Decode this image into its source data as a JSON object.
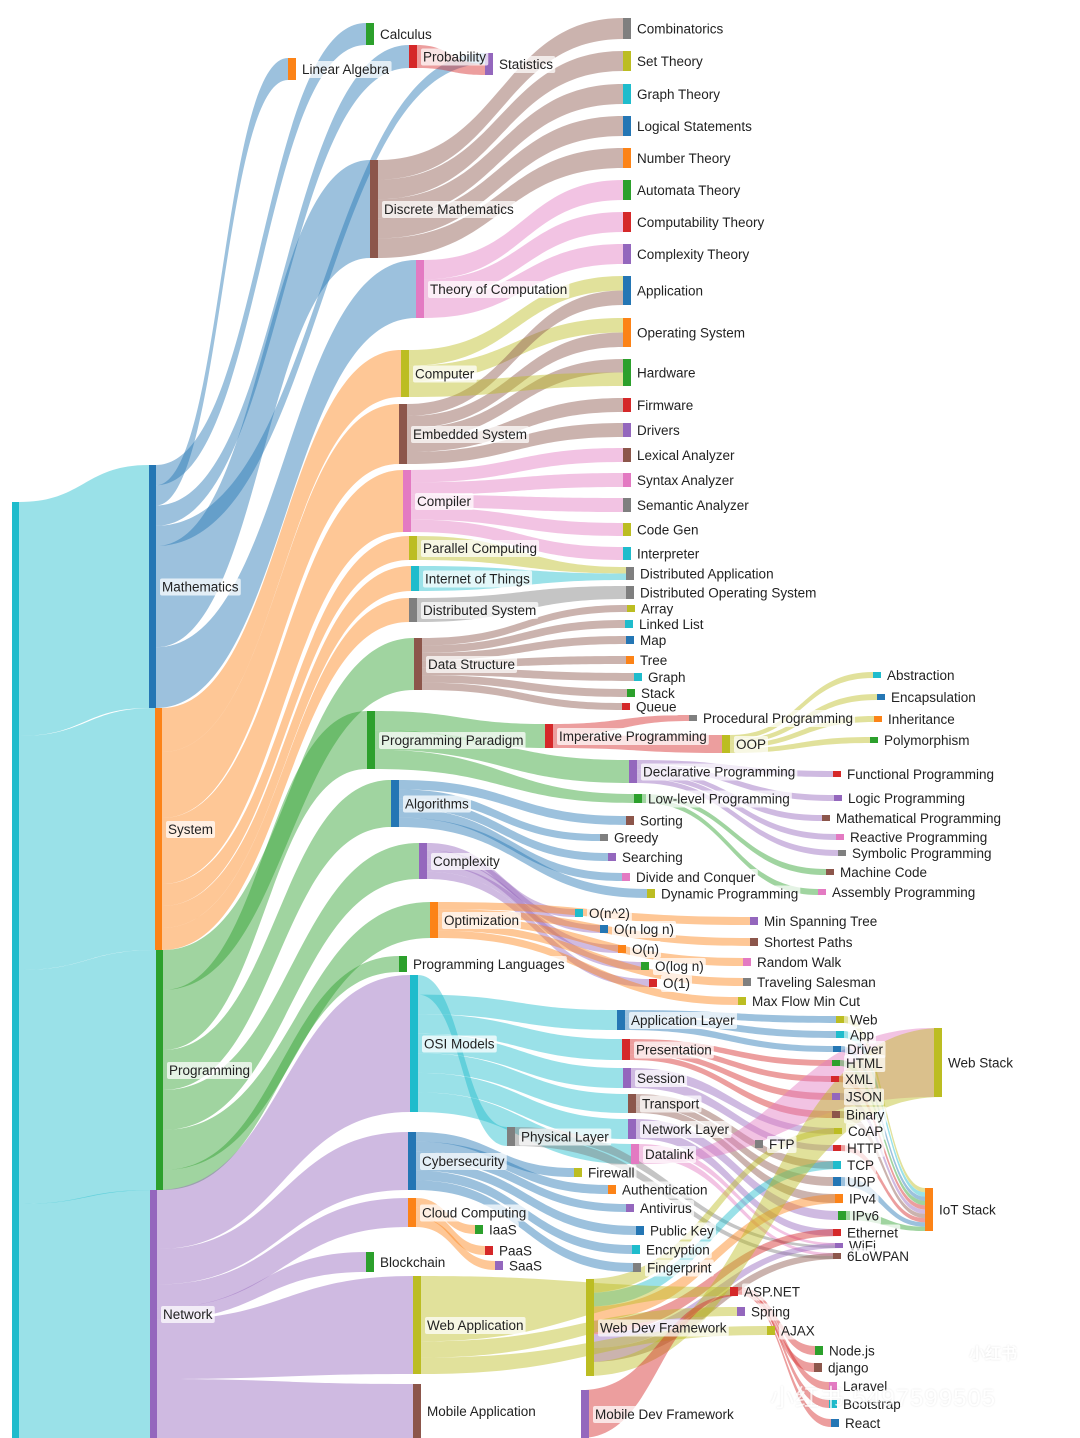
{
  "colors": {
    "cyan": "#1fbccc",
    "blue": "#2476b4",
    "orange": "#fc8317",
    "green": "#2ca02c",
    "red": "#d52829",
    "purple": "#9467bd",
    "brown": "#8c564b",
    "pink": "#e37ac2",
    "gray": "#7f7f7f",
    "olive": "#bcbd22"
  },
  "chart_data": {
    "type": "sankey",
    "nodes": [
      {
        "name": "",
        "color": "cyan"
      },
      {
        "name": "Mathematics",
        "color": "blue"
      },
      {
        "name": "System",
        "color": "orange"
      },
      {
        "name": "Programming",
        "color": "green"
      },
      {
        "name": "Network",
        "color": "purple"
      },
      {
        "name": "Calculus",
        "color": "green"
      },
      {
        "name": "Linear Algebra",
        "color": "orange"
      },
      {
        "name": "Probability",
        "color": "red"
      },
      {
        "name": "Statistics",
        "color": "purple"
      },
      {
        "name": "Discrete Mathematics",
        "color": "brown"
      },
      {
        "name": "Theory of Computation",
        "color": "pink"
      },
      {
        "name": "Computer",
        "color": "olive"
      },
      {
        "name": "Embedded System",
        "color": "brown"
      },
      {
        "name": "Compiler",
        "color": "pink"
      },
      {
        "name": "Parallel Computing",
        "color": "olive"
      },
      {
        "name": "Internet of Things",
        "color": "cyan"
      },
      {
        "name": "Distributed System",
        "color": "gray"
      },
      {
        "name": "Data Structure",
        "color": "brown"
      },
      {
        "name": "Programming Paradigm",
        "color": "green"
      },
      {
        "name": "Imperative Programming",
        "color": "red"
      },
      {
        "name": "OOP",
        "color": "olive"
      },
      {
        "name": "Declarative Programming",
        "color": "purple"
      },
      {
        "name": "Algorithms",
        "color": "blue"
      },
      {
        "name": "Complexity",
        "color": "purple"
      },
      {
        "name": "Optimization",
        "color": "orange"
      },
      {
        "name": "Programming Languages",
        "color": "green"
      },
      {
        "name": "OSI Models",
        "color": "cyan"
      },
      {
        "name": "Physical Layer",
        "color": "gray"
      },
      {
        "name": "Cybersecurity",
        "color": "blue"
      },
      {
        "name": "Cloud Computing",
        "color": "orange"
      },
      {
        "name": "Blockchain",
        "color": "green"
      },
      {
        "name": "Web Application",
        "color": "olive"
      },
      {
        "name": "Mobile Application",
        "color": "brown"
      },
      {
        "name": "Combinatorics",
        "color": "gray"
      },
      {
        "name": "Set Theory",
        "color": "olive"
      },
      {
        "name": "Graph Theory",
        "color": "cyan"
      },
      {
        "name": "Logical Statements",
        "color": "blue"
      },
      {
        "name": "Number Theory",
        "color": "orange"
      },
      {
        "name": "Automata Theory",
        "color": "green"
      },
      {
        "name": "Computability Theory",
        "color": "red"
      },
      {
        "name": "Complexity Theory",
        "color": "purple"
      },
      {
        "name": "Application",
        "color": "blue"
      },
      {
        "name": "Operating System",
        "color": "orange"
      },
      {
        "name": "Hardware",
        "color": "green"
      },
      {
        "name": "Firmware",
        "color": "red"
      },
      {
        "name": "Drivers",
        "color": "purple"
      },
      {
        "name": "Lexical Analyzer",
        "color": "brown"
      },
      {
        "name": "Syntax Analyzer",
        "color": "pink"
      },
      {
        "name": "Semantic Analyzer",
        "color": "gray"
      },
      {
        "name": "Code Gen",
        "color": "olive"
      },
      {
        "name": "Interpreter",
        "color": "cyan"
      },
      {
        "name": "Distributed Application",
        "color": "gray"
      },
      {
        "name": "Distributed Operating System",
        "color": "gray"
      },
      {
        "name": "Array",
        "color": "olive"
      },
      {
        "name": "Linked List",
        "color": "cyan"
      },
      {
        "name": "Map",
        "color": "blue"
      },
      {
        "name": "Tree",
        "color": "orange"
      },
      {
        "name": "Graph",
        "color": "cyan"
      },
      {
        "name": "Stack",
        "color": "green"
      },
      {
        "name": "Queue",
        "color": "red"
      },
      {
        "name": "Procedural Programming",
        "color": "gray"
      },
      {
        "name": "Abstraction",
        "color": "cyan"
      },
      {
        "name": "Encapsulation",
        "color": "blue"
      },
      {
        "name": "Inheritance",
        "color": "orange"
      },
      {
        "name": "Polymorphism",
        "color": "green"
      },
      {
        "name": "Functional Programming",
        "color": "red"
      },
      {
        "name": "Low-level Programming",
        "color": "green"
      },
      {
        "name": "Logic Programming",
        "color": "purple"
      },
      {
        "name": "Mathematical Programming",
        "color": "brown"
      },
      {
        "name": "Sorting",
        "color": "brown"
      },
      {
        "name": "Reactive Programming",
        "color": "pink"
      },
      {
        "name": "Greedy",
        "color": "gray"
      },
      {
        "name": "Symbolic Programming",
        "color": "gray"
      },
      {
        "name": "Searching",
        "color": "purple"
      },
      {
        "name": "Machine Code",
        "color": "brown"
      },
      {
        "name": "Divide and Conquer",
        "color": "pink"
      },
      {
        "name": "Dynamic Programming",
        "color": "olive"
      },
      {
        "name": "Assembly Programming",
        "color": "pink"
      },
      {
        "name": "O(n^2)",
        "color": "cyan"
      },
      {
        "name": "O(n log n)",
        "color": "blue"
      },
      {
        "name": "O(n)",
        "color": "orange"
      },
      {
        "name": "O(log n)",
        "color": "green"
      },
      {
        "name": "O(1)",
        "color": "red"
      },
      {
        "name": "Min Spanning Tree",
        "color": "purple"
      },
      {
        "name": "Shortest Paths",
        "color": "brown"
      },
      {
        "name": "Random Walk",
        "color": "pink"
      },
      {
        "name": "Traveling Salesman",
        "color": "gray"
      },
      {
        "name": "Max Flow Min Cut",
        "color": "olive"
      },
      {
        "name": "Application Layer",
        "color": "blue"
      },
      {
        "name": "Presentation",
        "color": "red"
      },
      {
        "name": "Session",
        "color": "purple"
      },
      {
        "name": "Transport",
        "color": "brown"
      },
      {
        "name": "Network Layer",
        "color": "purple"
      },
      {
        "name": "Datalink",
        "color": "pink"
      },
      {
        "name": "Firewall",
        "color": "olive"
      },
      {
        "name": "Authentication",
        "color": "orange"
      },
      {
        "name": "Antivirus",
        "color": "purple"
      },
      {
        "name": "Public Key",
        "color": "blue"
      },
      {
        "name": "Encryption",
        "color": "cyan"
      },
      {
        "name": "Fingerprint",
        "color": "gray"
      },
      {
        "name": "IaaS",
        "color": "green"
      },
      {
        "name": "PaaS",
        "color": "red"
      },
      {
        "name": "SaaS",
        "color": "purple"
      },
      {
        "name": "FTP",
        "color": "gray"
      },
      {
        "name": "Web",
        "color": "olive"
      },
      {
        "name": "App",
        "color": "cyan"
      },
      {
        "name": "Driver",
        "color": "blue"
      },
      {
        "name": "HTML",
        "color": "green"
      },
      {
        "name": "XML",
        "color": "red"
      },
      {
        "name": "JSON",
        "color": "purple"
      },
      {
        "name": "Binary",
        "color": "brown"
      },
      {
        "name": "CoAP",
        "color": "olive"
      },
      {
        "name": "HTTP",
        "color": "red"
      },
      {
        "name": "TCP",
        "color": "cyan"
      },
      {
        "name": "UDP",
        "color": "blue"
      },
      {
        "name": "IPv4",
        "color": "orange"
      },
      {
        "name": "IPv6",
        "color": "green"
      },
      {
        "name": "Ethernet",
        "color": "red"
      },
      {
        "name": "WiFi",
        "color": "purple"
      },
      {
        "name": "6LoWPAN",
        "color": "brown"
      },
      {
        "name": "Web Stack",
        "color": "olive"
      },
      {
        "name": "IoT Stack",
        "color": "orange"
      },
      {
        "name": "Web Dev Framework",
        "color": "olive"
      },
      {
        "name": "ASP.NET",
        "color": "red"
      },
      {
        "name": "Spring",
        "color": "purple"
      },
      {
        "name": "AJAX",
        "color": "olive"
      },
      {
        "name": "Node.js",
        "color": "green"
      },
      {
        "name": "django",
        "color": "brown"
      },
      {
        "name": "Laravel",
        "color": "pink"
      },
      {
        "name": "Bootstrap",
        "color": "cyan"
      },
      {
        "name": "React",
        "color": "blue"
      },
      {
        "name": "Mobile Dev Framework",
        "color": "purple"
      }
    ],
    "links": [
      [
        0,
        1,
        12
      ],
      [
        0,
        2,
        12
      ],
      [
        0,
        3,
        12
      ],
      [
        0,
        4,
        12
      ],
      [
        1,
        5,
        1
      ],
      [
        1,
        6,
        1
      ],
      [
        1,
        7,
        1
      ],
      [
        1,
        8,
        1
      ],
      [
        1,
        9,
        5
      ],
      [
        1,
        10,
        3
      ],
      [
        7,
        8,
        1
      ],
      [
        9,
        33,
        1
      ],
      [
        9,
        34,
        1
      ],
      [
        9,
        35,
        1
      ],
      [
        9,
        36,
        1
      ],
      [
        9,
        37,
        1
      ],
      [
        10,
        38,
        1
      ],
      [
        10,
        39,
        1
      ],
      [
        10,
        40,
        1
      ],
      [
        2,
        11,
        2
      ],
      [
        2,
        12,
        3
      ],
      [
        2,
        13,
        3
      ],
      [
        2,
        14,
        1
      ],
      [
        2,
        15,
        1
      ],
      [
        2,
        16,
        1
      ],
      [
        11,
        41,
        1
      ],
      [
        11,
        42,
        1
      ],
      [
        12,
        41,
        1
      ],
      [
        12,
        42,
        1
      ],
      [
        12,
        43,
        1
      ],
      [
        12,
        44,
        1
      ],
      [
        12,
        45,
        1
      ],
      [
        11,
        43,
        1
      ],
      [
        13,
        46,
        1
      ],
      [
        13,
        47,
        1
      ],
      [
        13,
        48,
        1
      ],
      [
        13,
        49,
        1
      ],
      [
        13,
        50,
        1
      ],
      [
        14,
        51,
        1
      ],
      [
        15,
        51,
        1
      ],
      [
        16,
        52,
        1
      ],
      [
        3,
        17,
        2
      ],
      [
        3,
        18,
        3
      ],
      [
        3,
        22,
        2
      ],
      [
        3,
        23,
        2
      ],
      [
        3,
        24,
        2
      ],
      [
        3,
        25,
        1
      ],
      [
        17,
        53,
        1
      ],
      [
        17,
        54,
        1
      ],
      [
        17,
        55,
        1
      ],
      [
        17,
        56,
        1
      ],
      [
        17,
        57,
        1
      ],
      [
        17,
        58,
        1
      ],
      [
        17,
        59,
        1
      ],
      [
        18,
        19,
        1
      ],
      [
        18,
        21,
        1
      ],
      [
        18,
        66,
        1
      ],
      [
        19,
        60,
        1
      ],
      [
        19,
        20,
        1
      ],
      [
        20,
        61,
        1
      ],
      [
        20,
        62,
        1
      ],
      [
        20,
        63,
        1
      ],
      [
        20,
        64,
        1
      ],
      [
        21,
        65,
        1
      ],
      [
        21,
        67,
        1
      ],
      [
        21,
        68,
        1
      ],
      [
        21,
        70,
        1
      ],
      [
        21,
        72,
        1
      ],
      [
        66,
        74,
        1
      ],
      [
        66,
        77,
        1
      ],
      [
        22,
        69,
        1
      ],
      [
        22,
        71,
        1
      ],
      [
        22,
        73,
        1
      ],
      [
        22,
        75,
        1
      ],
      [
        22,
        76,
        1
      ],
      [
        23,
        78,
        1
      ],
      [
        23,
        79,
        1
      ],
      [
        23,
        80,
        1
      ],
      [
        23,
        81,
        1
      ],
      [
        23,
        82,
        1
      ],
      [
        24,
        83,
        1
      ],
      [
        24,
        84,
        1
      ],
      [
        24,
        85,
        1
      ],
      [
        24,
        86,
        1
      ],
      [
        24,
        87,
        1
      ],
      [
        4,
        26,
        5
      ],
      [
        4,
        28,
        3
      ],
      [
        4,
        29,
        2
      ],
      [
        4,
        30,
        1
      ],
      [
        4,
        31,
        5
      ],
      [
        4,
        32,
        5
      ],
      [
        26,
        27,
        1
      ],
      [
        26,
        88,
        1
      ],
      [
        26,
        89,
        1
      ],
      [
        26,
        90,
        1
      ],
      [
        26,
        91,
        1
      ],
      [
        26,
        92,
        1
      ],
      [
        26,
        93,
        1
      ],
      [
        88,
        104,
        1
      ],
      [
        88,
        105,
        1
      ],
      [
        88,
        106,
        1
      ],
      [
        89,
        107,
        1
      ],
      [
        89,
        108,
        1
      ],
      [
        89,
        109,
        1
      ],
      [
        89,
        110,
        1
      ],
      [
        90,
        111,
        1
      ],
      [
        90,
        112,
        1
      ],
      [
        91,
        113,
        1
      ],
      [
        91,
        114,
        1
      ],
      [
        91,
        115,
        1
      ],
      [
        92,
        116,
        1
      ],
      [
        92,
        117,
        1
      ],
      [
        93,
        118,
        1
      ],
      [
        93,
        119,
        1
      ],
      [
        93,
        120,
        1
      ],
      [
        27,
        118,
        1
      ],
      [
        27,
        119,
        1
      ],
      [
        104,
        121,
        1
      ],
      [
        105,
        121,
        1
      ],
      [
        106,
        121,
        1
      ],
      [
        107,
        121,
        1
      ],
      [
        108,
        121,
        1
      ],
      [
        109,
        121,
        1
      ],
      [
        110,
        121,
        1
      ],
      [
        112,
        121,
        1
      ],
      [
        114,
        121,
        1
      ],
      [
        116,
        121,
        1
      ],
      [
        111,
        122,
        1
      ],
      [
        113,
        122,
        1
      ],
      [
        115,
        122,
        1
      ],
      [
        117,
        122,
        1
      ],
      [
        118,
        122,
        1
      ],
      [
        119,
        122,
        1
      ],
      [
        120,
        122,
        1
      ],
      [
        28,
        94,
        1
      ],
      [
        28,
        95,
        1
      ],
      [
        28,
        96,
        1
      ],
      [
        28,
        97,
        1
      ],
      [
        28,
        98,
        1
      ],
      [
        28,
        99,
        1
      ],
      [
        29,
        100,
        1
      ],
      [
        29,
        101,
        1
      ],
      [
        29,
        102,
        1
      ],
      [
        31,
        123,
        4
      ],
      [
        31,
        124,
        1
      ],
      [
        31,
        125,
        1
      ],
      [
        123,
        126,
        1
      ],
      [
        123,
        127,
        1
      ],
      [
        123,
        128,
        1
      ],
      [
        123,
        129,
        1
      ],
      [
        123,
        130,
        1
      ],
      [
        123,
        131,
        1
      ],
      [
        32,
        132,
        5
      ]
    ]
  }
}
